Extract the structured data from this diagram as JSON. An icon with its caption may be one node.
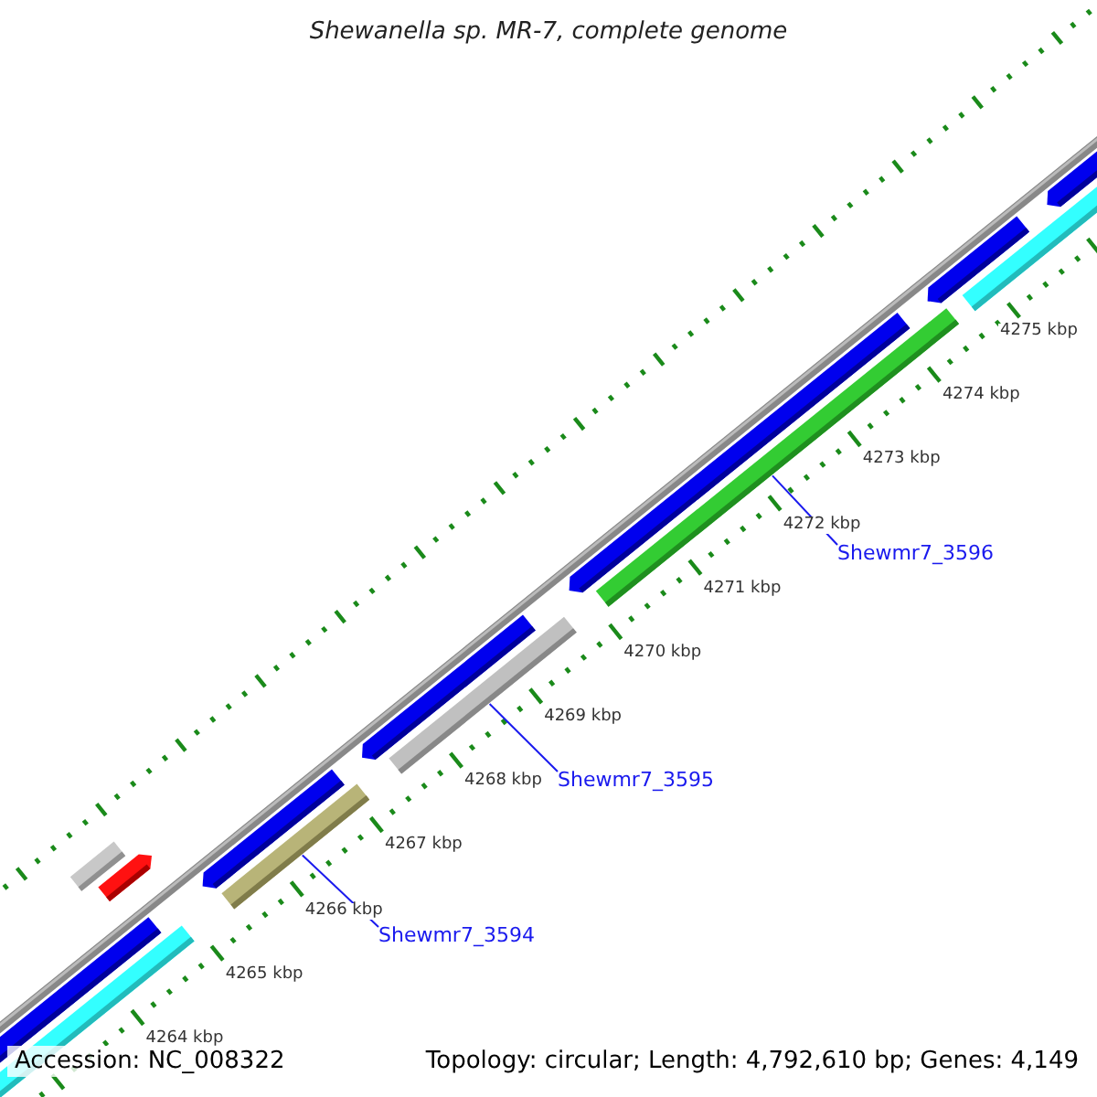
{
  "diagram": {
    "title": "Shewanella sp. MR-7, complete genome",
    "nodes": [
      {
        "text": [
          "Shewmr7_3596"
        ]
      },
      {
        "text": [],
        "shape": "bar"
      },
      {
        "text": [
          "Shewmr7_3595"
        ]
      },
      {
        "text": [],
        "shape": "bar"
      },
      {
        "text": [
          "Shewmr7_3594"
        ]
      },
      {
        "text": [],
        "shape": "bar"
      }
    ],
    "edges": [
      {
        "from": 0,
        "to": 1,
        "arrow": "none"
      },
      {
        "from": 2,
        "to": 3,
        "arrow": "none"
      },
      {
        "from": 4,
        "to": 5,
        "arrow": "none"
      }
    ],
    "labels": [
      "4275 kbp",
      "4274 kbp",
      "4273 kbp",
      "4272 kbp",
      "4271 kbp",
      "4270 kbp",
      "4269 kbp",
      "4268 kbp",
      "4267 kbp",
      "4266 kbp",
      "4265 kbp",
      "4264 kbp",
      "Accession: NC_008322",
      "Topology: circular; Length: 4,792,610 bp; Genes: 4,149"
    ]
  }
}
